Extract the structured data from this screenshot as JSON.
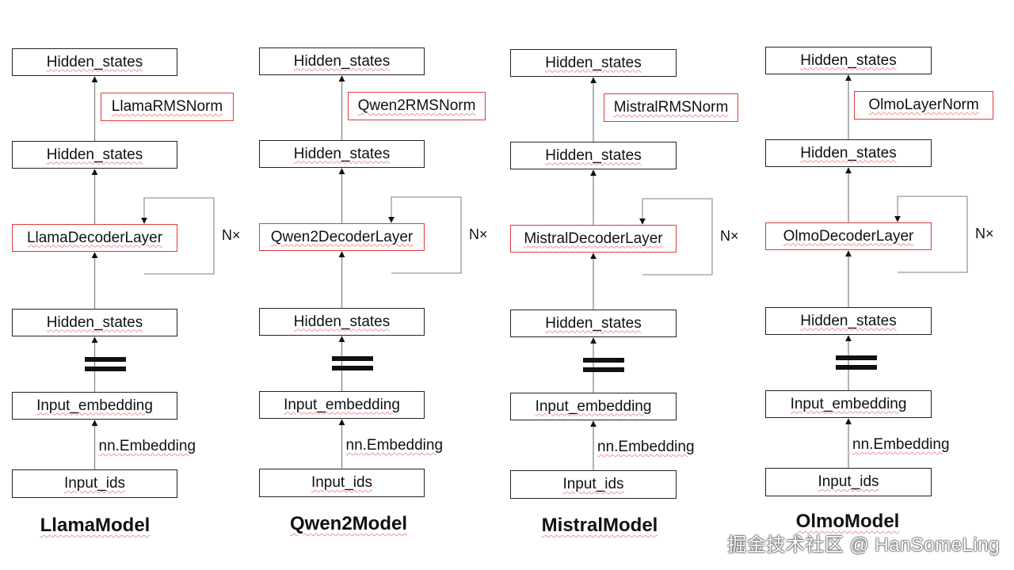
{
  "models": [
    {
      "title": "LlamaModel",
      "top_hidden": "Hidden_states",
      "norm": "LlamaRMSNorm",
      "mid_hidden": "Hidden_states",
      "decoder_layer": "LlamaDecoderLayer",
      "repeat": "N×",
      "bottom_hidden": "Hidden_states",
      "input_embedding": "Input_embedding",
      "embedding_module": "nn.Embedding",
      "input_ids": "Input_ids"
    },
    {
      "title": "Qwen2Model",
      "top_hidden": "Hidden_states",
      "norm": "Qwen2RMSNorm",
      "mid_hidden": "Hidden_states",
      "decoder_layer": "Qwen2DecoderLayer",
      "repeat": "N×",
      "bottom_hidden": "Hidden_states",
      "input_embedding": "Input_embedding",
      "embedding_module": "nn.Embedding",
      "input_ids": "Input_ids"
    },
    {
      "title": "MistralModel",
      "top_hidden": "Hidden_states",
      "norm": "MistralRMSNorm",
      "mid_hidden": "Hidden_states",
      "decoder_layer": "MistralDecoderLayer",
      "repeat": "N×",
      "bottom_hidden": "Hidden_states",
      "input_embedding": "Input_embedding",
      "embedding_module": "nn.Embedding",
      "input_ids": "Input_ids"
    },
    {
      "title": "OlmoModel",
      "top_hidden": "Hidden_states",
      "norm": "OlmoLayerNorm",
      "mid_hidden": "Hidden_states",
      "decoder_layer": "OlmoDecoderLayer",
      "repeat": "N×",
      "bottom_hidden": "Hidden_states",
      "input_embedding": "Input_embedding",
      "embedding_module": "nn.Embedding",
      "input_ids": "Input_ids"
    }
  ],
  "watermark": "掘金技术社区 @ HanSomeLing",
  "colors": {
    "highlight_border": "#e23a3a",
    "box_border": "#222222",
    "arrow": "#888888"
  }
}
